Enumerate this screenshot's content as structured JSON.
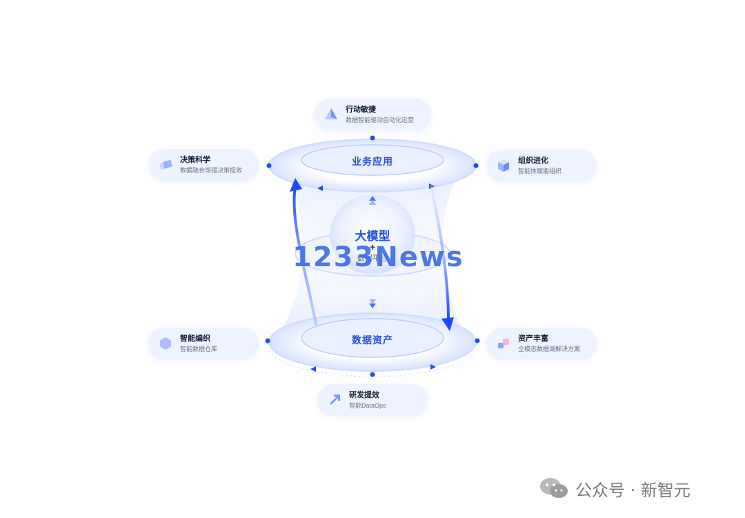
{
  "layers": {
    "top": "业务应用",
    "middle_title": "大模型",
    "middle_plus": "+",
    "middle_sub": "数据平台",
    "bottom": "数据资产"
  },
  "cards": [
    {
      "id": "action",
      "title": "行动敏捷",
      "subtitle": "数据智能驱动自动化运营",
      "icon": "pyramid-icon"
    },
    {
      "id": "decision",
      "title": "决策科学",
      "subtitle": "数据融合增强决策提效",
      "icon": "layers-icon"
    },
    {
      "id": "org",
      "title": "组织进化",
      "subtitle": "智能体赋能组织",
      "icon": "cube-icon"
    },
    {
      "id": "weave",
      "title": "智能编织",
      "subtitle": "智能数据仓库",
      "icon": "hexagon-icon"
    },
    {
      "id": "assets",
      "title": "资产丰富",
      "subtitle": "全模态数据湖解决方案",
      "icon": "blocks-icon"
    },
    {
      "id": "rnd",
      "title": "研发提效",
      "subtitle": "智能DataOps",
      "icon": "arrow-up-right-icon"
    }
  ],
  "watermark": "1233News",
  "brand": {
    "text": "公众号 · 新智元",
    "icon": "wechat-icon"
  },
  "colors": {
    "accent": "#2350e0",
    "card_bg": "#eef3ff",
    "ring": "#dfe8ff"
  }
}
